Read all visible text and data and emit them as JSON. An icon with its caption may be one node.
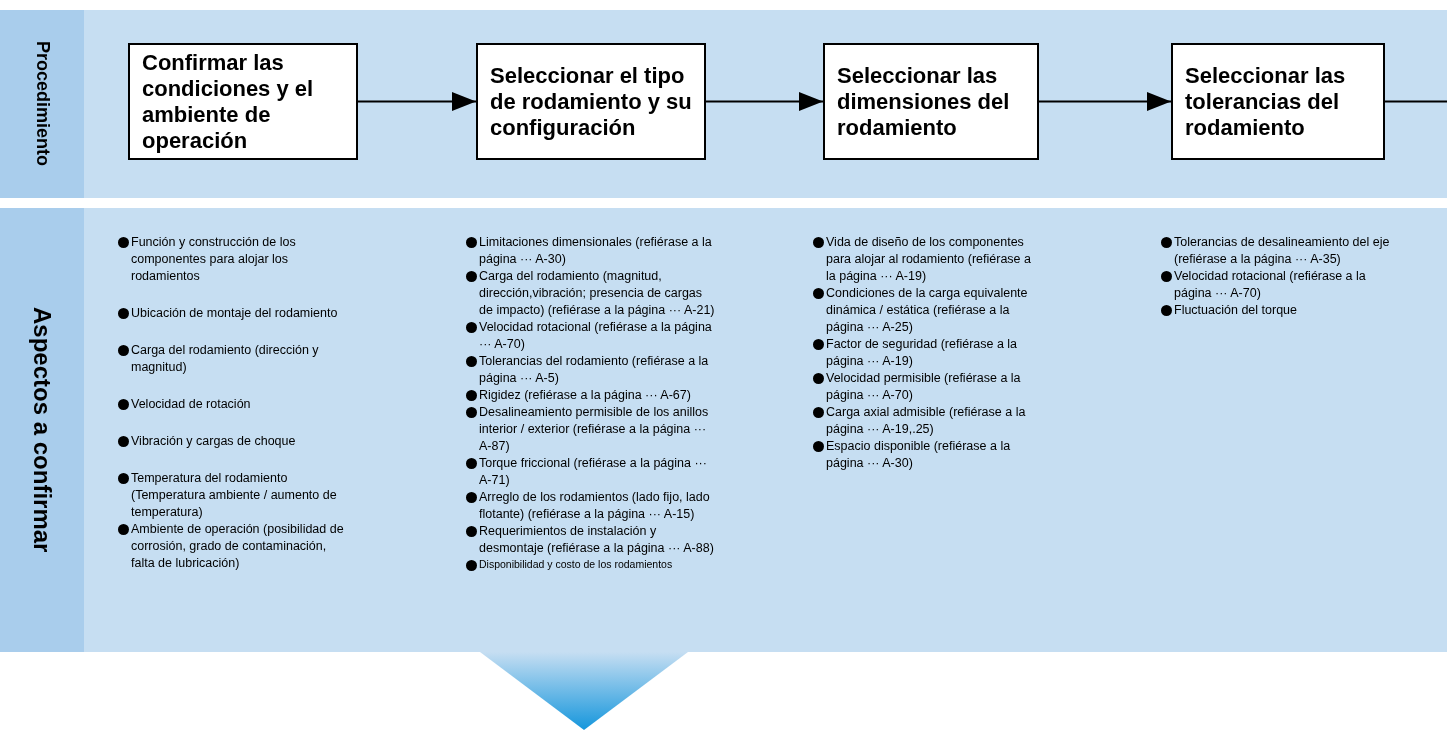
{
  "diagram": {
    "nodes": [
      {
        "text": [
          "Procedimiento"
        ]
      },
      {
        "text": [
          "Aspectos a confirmar"
        ]
      },
      {
        "text": [
          "Confirmar las condiciones y el ambiente de operación"
        ],
        "in": 0
      },
      {
        "text": [
          "Seleccionar el tipo de rodamiento y su configuración"
        ],
        "in": 0
      },
      {
        "text": [
          "Seleccionar las dimensiones del rodamiento"
        ],
        "in": 0
      },
      {
        "text": [
          "Seleccionar las tolerancias del rodamiento"
        ],
        "in": 0
      }
    ],
    "edges": [
      {
        "from": 2,
        "to": 3,
        "arrow": "to"
      },
      {
        "from": 3,
        "to": 4,
        "arrow": "to"
      },
      {
        "from": 4,
        "to": 5,
        "arrow": "to"
      },
      {
        "from": 5,
        "to": null,
        "arrow": "none"
      }
    ],
    "labels": [
      "Función y construcción de los componentes para alojar  los rodamientos",
      "Ubicación de montaje del rodamiento",
      "Carga del rodamiento (dirección y magnitud)",
      "Velocidad de rotación",
      "Vibración y cargas de choque",
      "Temperatura del rodamiento (Temperatura ambiente / aumento de temperatura)",
      "Ambiente de operación (posibilidad de corrosión, grado de contaminación, falta de lubricación)",
      "Limitaciones dimensionales (refiérase a la página ··· A-30)",
      "Carga del rodamiento (magnitud, dirección,vibración; presencia de cargas de impacto) (refiérase a la página ··· A-21)",
      "Velocidad rotacional (refiérase a la página ··· A-70)",
      "Tolerancias del rodamiento (refiérase a la página ··· A-5)",
      "Rigidez (refiérase a la página ··· A-67)",
      "Desalineamiento permisible de los anillos interior / exterior (refiérase a la página ··· A-87)",
      "Torque friccional (refiérase a la página ··· A-71)",
      "Arreglo de los rodamientos (lado fijo, lado flotante) (refiérase a la página ··· A-15)",
      "Requerimientos de instalación y desmontaje (refiérase a la página ··· A-88)",
      "Disponibilidad y costo de los rodamientos",
      "Vida de diseño de los componentes para alojar al rodamiento (refiérase a la página ··· A-19)",
      "Condiciones de la carga equivalente dinámica / estática (refiérase a la página ··· A-25)",
      "Factor de seguridad (refiérase a la página ··· A-19)",
      "Velocidad permisible (refiérase a la página ··· A-70)",
      "Carga axial admisible (refiérase a la página ··· A-19,.25)",
      "Espacio disponible (refiérase a la página ··· A-30)",
      "Tolerancias de desalineamiento del eje (refiérase a la página ··· A-35)",
      "Velocidad rotacional (refiérase a la página ··· A-70)",
      "Fluctuación del torque"
    ]
  }
}
